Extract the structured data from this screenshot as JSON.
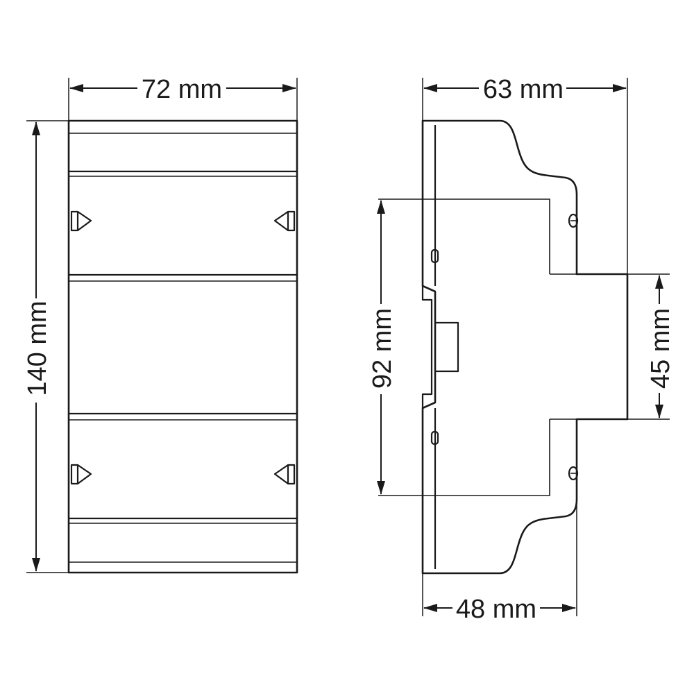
{
  "dimensions": {
    "front_width": "72 mm",
    "front_height": "140 mm",
    "side_depth": "63 mm",
    "side_height": "92 mm",
    "front_protrusion_height": "45 mm",
    "base_depth": "48 mm"
  }
}
